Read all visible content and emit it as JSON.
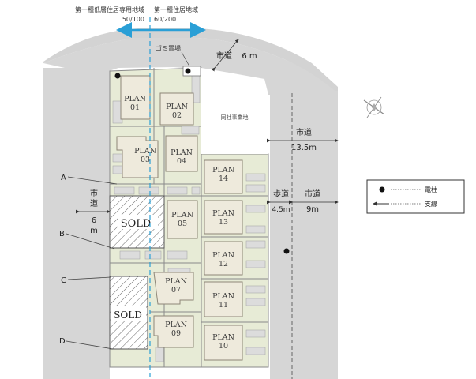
{
  "zones": {
    "left_name": "第一種低層住居専用地域",
    "left_ratio": "50/100",
    "right_name": "第一種住居地域",
    "right_ratio": "60/200"
  },
  "facilities": {
    "garbage": "ゴミ置場",
    "company_site": "同社事業地"
  },
  "roads": {
    "north_label": "市道",
    "north_width": "6 m",
    "east_label": "市道",
    "east_width": "13.5m",
    "sidewalk_label": "歩道",
    "sidewalk_width": "4.5m",
    "east_road_label": "市道",
    "east_road_width": "9m",
    "west_label": "市道",
    "west_width": "6",
    "west_unit": "m"
  },
  "legend": {
    "pole_label": "電柱",
    "wire_label": "支線"
  },
  "lots": {
    "plan01": {
      "line1": "PLAN",
      "line2": "01"
    },
    "plan02": {
      "line1": "PLAN",
      "line2": "02"
    },
    "plan03": {
      "line1": "PLAN",
      "line2": "03"
    },
    "plan04": {
      "line1": "PLAN",
      "line2": "04"
    },
    "plan05": {
      "line1": "PLAN",
      "line2": "05"
    },
    "plan07": {
      "line1": "PLAN",
      "line2": "07"
    },
    "plan09": {
      "line1": "PLAN",
      "line2": "09"
    },
    "plan10": {
      "line1": "PLAN",
      "line2": "10"
    },
    "plan11": {
      "line1": "PLAN",
      "line2": "11"
    },
    "plan12": {
      "line1": "PLAN",
      "line2": "12"
    },
    "plan13": {
      "line1": "PLAN",
      "line2": "13"
    },
    "plan14": {
      "line1": "PLAN",
      "line2": "14"
    },
    "sold_upper": "SOLD",
    "sold_lower": "SOLD"
  },
  "markers": {
    "a": "A",
    "b": "B",
    "c": "C",
    "d": "D"
  }
}
